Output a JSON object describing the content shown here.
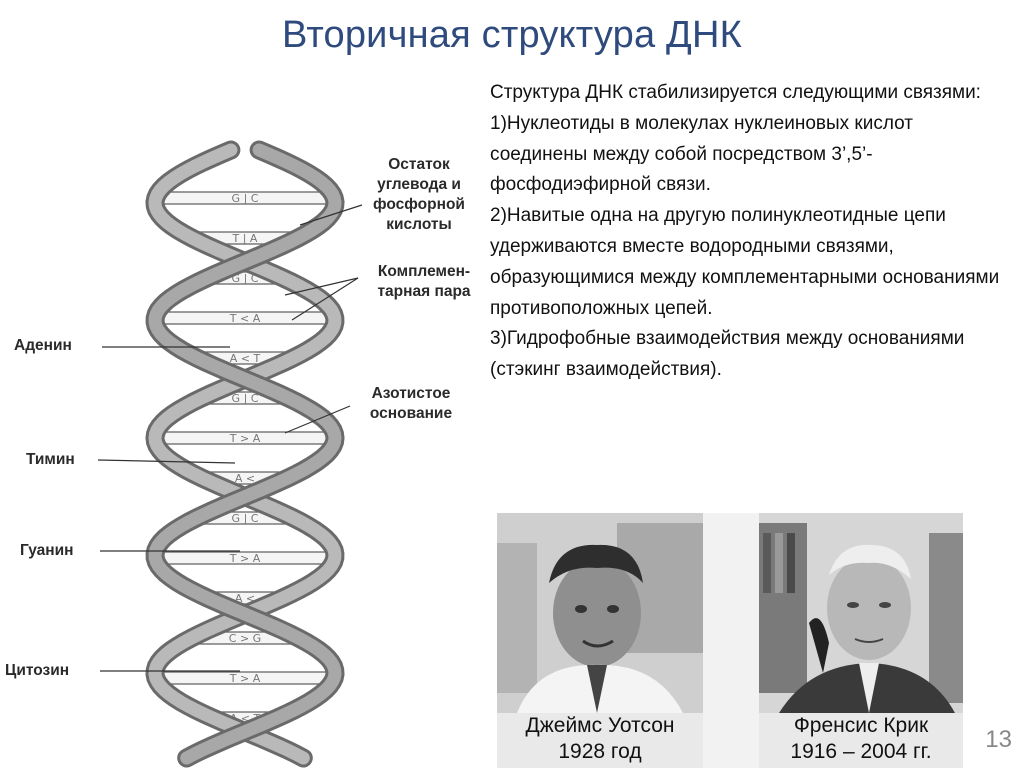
{
  "slide": {
    "title": "Вторичная структура ДНК",
    "number": "13"
  },
  "text": {
    "p1": "Структура ДНК стабилизируется следующими связями:",
    "p2": "1)Нуклеотиды в молекулах нуклеиновых кислот соединены между собой посредством 3’,5’-фосфодиэфирной связи.",
    "p3": "2)Навитые одна на другую полинуклеотидные цепи удерживаются вместе водородными связями, образующимися между комплементарными основаниями противоположных цепей.",
    "p4": "3)Гидрофобные взаимодействия между основаниями (стэкинг взаимодействия)."
  },
  "diagram": {
    "labels": {
      "sugar_line1": "Остаток",
      "sugar_line2": "углевода и",
      "sugar_line3": "фосфорной",
      "sugar_line4": "кислоты",
      "pair_line1": "Комплемен-",
      "pair_line2": "тарная пара",
      "base_line1": "Азотистое",
      "base_line2": "основание",
      "adenine": "Аденин",
      "thymine": "Тимин",
      "guanine": "Гуанин",
      "cytosine": "Цитозин"
    },
    "base_pairs": [
      "G | C",
      "T | A",
      "G | C",
      "T < A",
      "A < T",
      "G | C",
      "T > A",
      "A <",
      "G | C",
      "T > A",
      "A <",
      "C > G",
      "T > A",
      "A < T"
    ]
  },
  "photos": {
    "left_name": "Джеймс Уотсон",
    "left_years": "1928 год",
    "right_name": "Френсис Крик",
    "right_years": "1916 – 2004 гг."
  }
}
